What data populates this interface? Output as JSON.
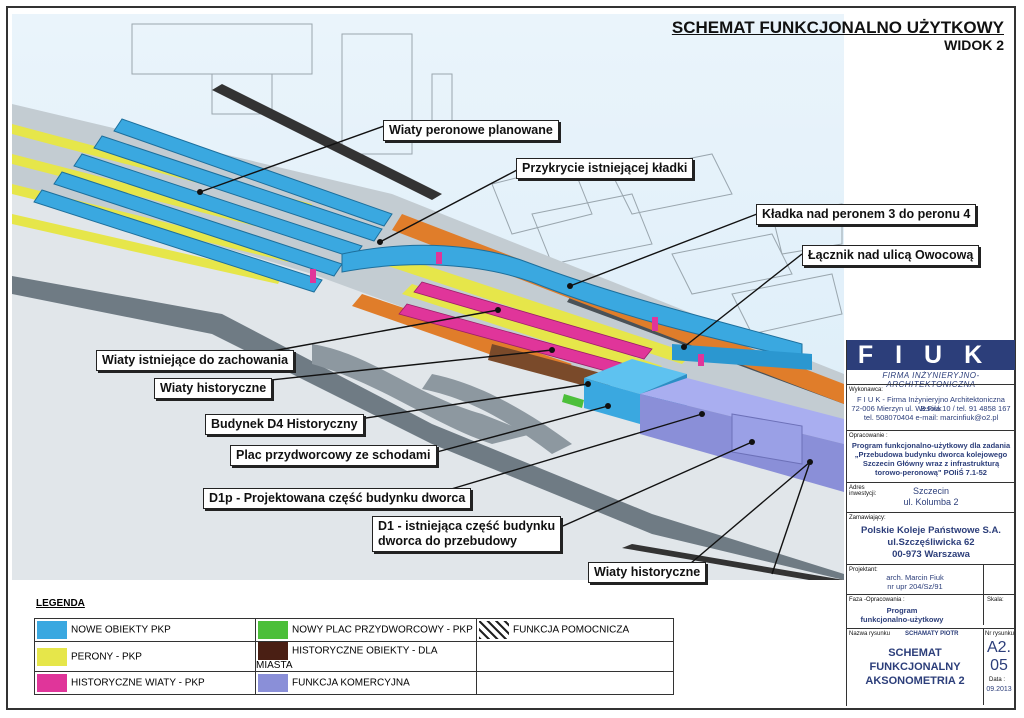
{
  "title": {
    "main": "SCHEMAT FUNKCJONALNO UŻYTKOWY",
    "sub": "WIDOK 2"
  },
  "callouts": [
    "Wiaty peronowe planowane",
    "Przykrycie istniejącej kładki",
    "Kładka nad peronem 3 do peronu 4",
    "Łącznik nad ulicą Owocową",
    "Wiaty istniejące do zachowania",
    "Wiaty historyczne",
    "Budynek D4 Historyczny",
    "Plac przydworcowy ze schodami",
    "D1p - Projektowana część budynku dworca",
    "D1 - istniejąca część budynku",
    "dworca do przebudowy",
    "Wiaty historyczne"
  ],
  "legend": {
    "title": "LEGENDA",
    "items": [
      {
        "label": "NOWE OBIEKTY PKP",
        "color": "#3aa8e0"
      },
      {
        "label": "NOWY PLAC PRZYDWORCOWY - PKP",
        "color": "#4cbf3a"
      },
      {
        "label": "FUNKCJA POMOCNICZA",
        "color": "hatch"
      },
      {
        "label": "PERONY - PKP",
        "color": "#e6e64a"
      },
      {
        "label": "HISTORYCZNE OBIEKTY - DLA MIASTA",
        "color": "#4a1f14"
      },
      {
        "label": "HISTORYCZNE WIATY - PKP",
        "color": "#e0359a"
      },
      {
        "label": "FUNKCJA KOMERCYJNA",
        "color": "#8a8fd8"
      }
    ]
  },
  "title_block": {
    "logo": "FIUK",
    "logo_sub": "FIRMA INŻYNIERYJNO-ARCHITEKTONICZNA",
    "wykonawca_label": "Wykonawca:",
    "wykonawca": [
      "F I U K - Firma Inżynieryjno Architektoniczna B.Fiuk",
      "72-006 Mierzyn ul. Wesoła 10 / tel. 91 4858 167",
      "tel. 508070404 e-mail: marcinfiuk@o2.pl"
    ],
    "opracowanie_label": "Opracowanie :",
    "opracowanie": [
      "Program funkcjonalno-użytkowy dla zadania",
      "„Przebudowa budynku dworca kolejowego",
      "Szczecin Główny wraz z infrastrukturą",
      "torowo-peronową\" POIiŚ 7.1-52"
    ],
    "adres_label": "Adres inwestycji:",
    "adres": [
      "Szczecin",
      "ul. Kolumba 2"
    ],
    "zamawiajacy_label": "Zamawiający:",
    "zamawiajacy": [
      "Polskie Koleje Państwowe S.A.",
      "ul.Szczęśliwicka 62",
      "00-973 Warszawa"
    ],
    "projektant_label": "Projektant:",
    "projektant": [
      "arch. Marcin Fiuk",
      "nr upr 204/Sz/91"
    ],
    "faza_label": "Faza -Opracowania :",
    "faza": [
      "Program",
      "funkcjonalno-użytkowy"
    ],
    "skala_label": "Skala:",
    "nazwa_label": "Nazwa rysunku",
    "nazwa_author": "SCHAMATY PIOTR",
    "nazwa": [
      "SCHEMAT",
      "FUNKCJONALNY",
      "AKSONOMETRIA 2"
    ],
    "nr_label": "Nr rysunku",
    "nr": [
      "A2.",
      "05"
    ],
    "data_label": "Data :",
    "data": "09.2013"
  },
  "colors": {
    "new_pkp": "#3aa8e0",
    "plac": "#4cbf3a",
    "perony": "#e6e64a",
    "historic_objects": "#4a1f14",
    "historic_canopies": "#e0359a",
    "commercial": "#8a8fd8",
    "track_orange": "#e07d2a",
    "road": "#7d8a94",
    "sky": "#ddeef8",
    "logo_blue": "#2c3e7a"
  }
}
